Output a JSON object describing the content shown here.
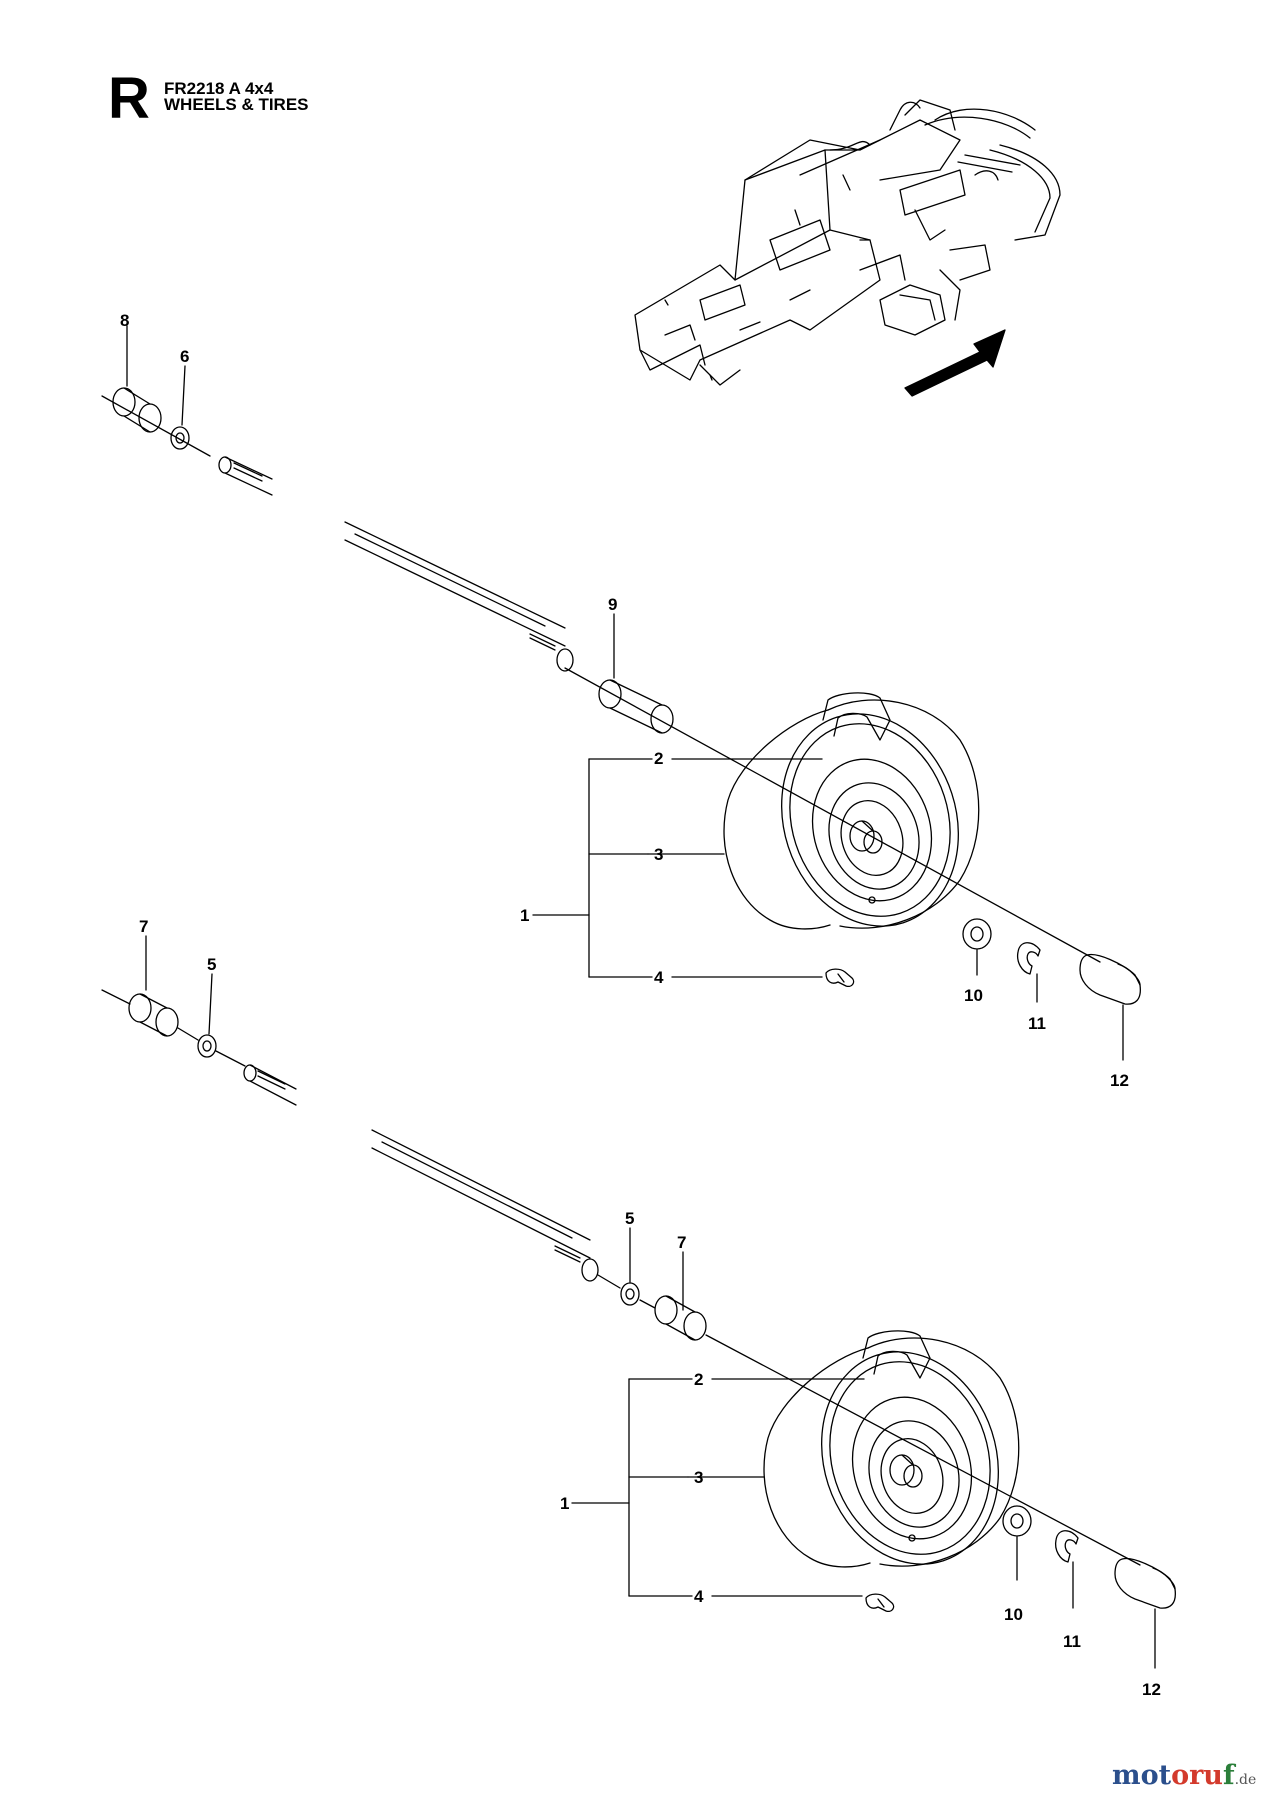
{
  "header": {
    "section_letter": "R",
    "model": "FR2218 A 4x4",
    "section_title": "WHEELS & TIRES"
  },
  "callouts": {
    "top": {
      "p8": "8",
      "p6": "6",
      "p9": "9",
      "p2": "2",
      "p3": "3",
      "p1": "1",
      "p4": "4",
      "p10": "10",
      "p11": "11",
      "p12": "12"
    },
    "middle": {
      "p7": "7",
      "p5": "5"
    },
    "bottom": {
      "p5": "5",
      "p7": "7",
      "p2": "2",
      "p3": "3",
      "p1": "1",
      "p4": "4",
      "p10": "10",
      "p11": "11",
      "p12": "12"
    }
  },
  "brand": {
    "part1": "mot",
    "part2": "oru",
    "part3": "f",
    "tld": ".de"
  },
  "colors": {
    "line": "#000000",
    "arrow": "#000000"
  }
}
